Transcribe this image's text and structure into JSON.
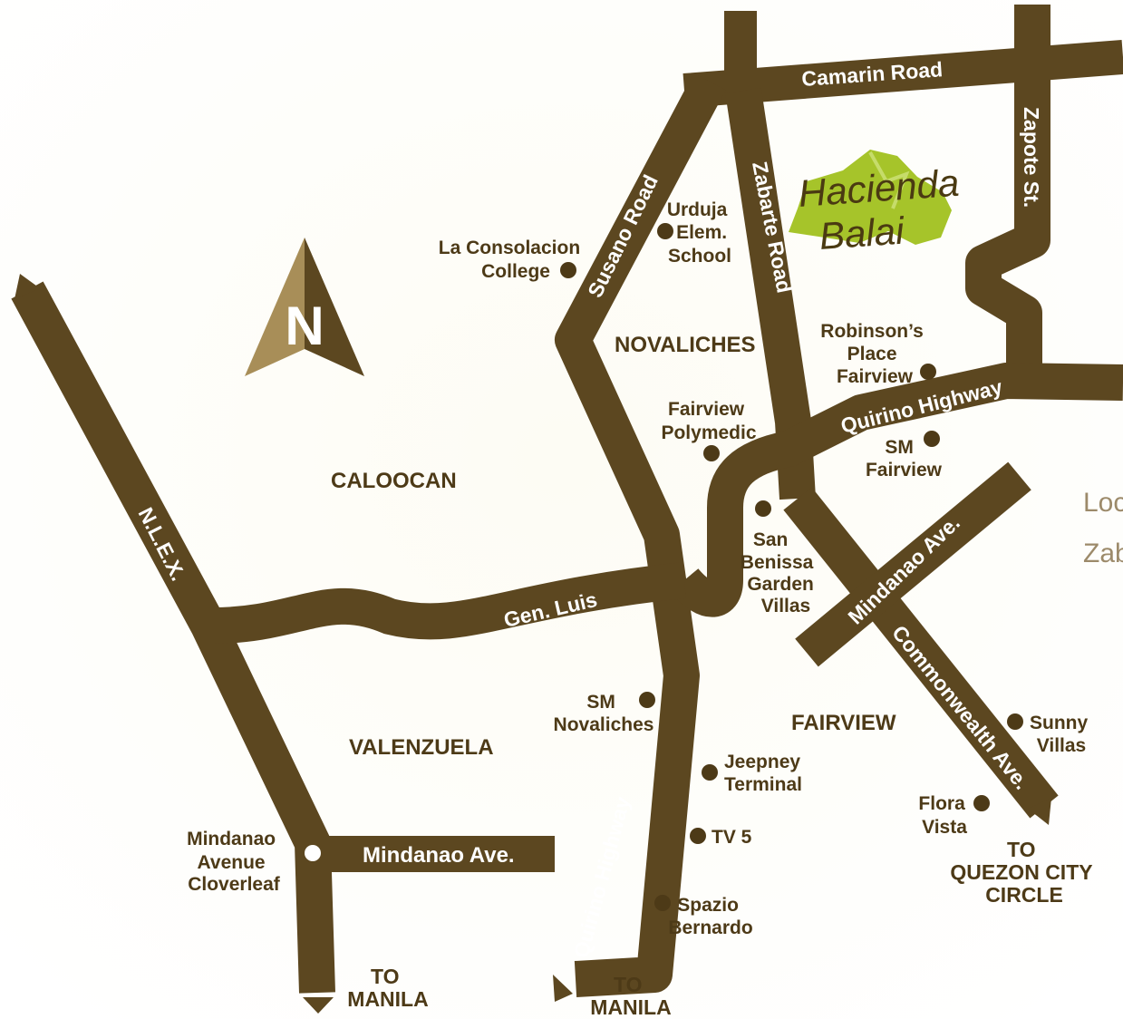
{
  "colors": {
    "road": "#5c4720",
    "text": "#4d3a17",
    "brand_green": "#a6c42a",
    "compass_light": "#a88e58",
    "compass_dark": "#5c4720",
    "background": "#ffffff"
  },
  "brand": {
    "line1": "Hacienda",
    "line2": "Balai"
  },
  "compass": {
    "label": "N",
    "icon": "north-arrow-icon"
  },
  "areas": {
    "caloocan": "CALOOCAN",
    "novaliches": "NOVALICHES",
    "valenzuela": "VALENZUELA",
    "fairview": "FAIRVIEW"
  },
  "roads": {
    "camarin": "Camarin Road",
    "zapote": "Zapote St.",
    "susano": "Susano Road",
    "zabarte": "Zabarte Road",
    "quirino_north": "Quirino Highway",
    "quirino_south": "Quirino Highway",
    "nlex": "N.L.E.X.",
    "gen_luis": "Gen. Luis",
    "mindanao_ne": "Mindanao Ave.",
    "commonwealth": "Commonwealth Ave.",
    "mindanao_w": "Mindanao Ave."
  },
  "pois": {
    "la_consolacion": [
      "La Consolacion",
      "College"
    ],
    "urduja": [
      "Urduja",
      "Elem.",
      "School"
    ],
    "robinsons": [
      "Robinson’s",
      "Place",
      "Fairview"
    ],
    "fairview_polymedic": [
      "Fairview",
      "Polymedic"
    ],
    "sm_fairview": [
      "SM",
      "Fairview"
    ],
    "san_benissa": [
      "San",
      "Benissa",
      "Garden",
      "Villas"
    ],
    "sm_novaliches": [
      "SM",
      "Novaliches"
    ],
    "jeepney": [
      "Jeepney",
      "Terminal"
    ],
    "tv5": "TV 5",
    "spazio": [
      "Spazio",
      "Bernardo"
    ],
    "sunny_villas": [
      "Sunny",
      "Villas"
    ],
    "flora_vista": [
      "Flora",
      "Vista"
    ],
    "mindanao_cloverleaf": [
      "Mindanao",
      "Avenue",
      "Cloverleaf"
    ]
  },
  "destinations": {
    "to_manila_left": [
      "TO",
      "MANILA"
    ],
    "to_manila_right": [
      "TO",
      "MANILA"
    ],
    "to_qc_circle": [
      "TO",
      "QUEZON CITY",
      "CIRCLE"
    ]
  },
  "side_text": {
    "line1": "Loc",
    "line2": "Zab"
  }
}
